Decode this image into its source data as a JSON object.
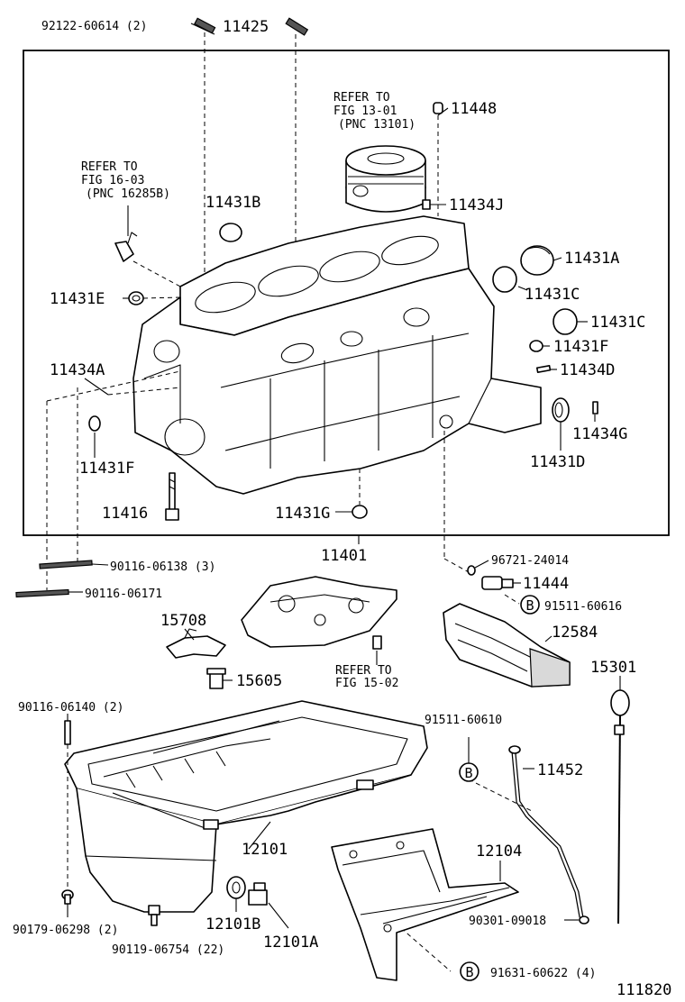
{
  "diagram_id": "111820",
  "labels": {
    "p_92122": "92122-60614 (2)",
    "p_11425": "11425",
    "p_11448": "11448",
    "p_refer1301_l1": "REFER TO",
    "p_refer1301_l2": "FIG 13-01",
    "p_refer1301_l3": "(PNC 13101)",
    "p_refer1603_l1": "REFER TO",
    "p_refer1603_l2": "FIG 16-03",
    "p_refer1603_l3": "(PNC 16285B)",
    "p_11431B": "11431B",
    "p_11434J": "11434J",
    "p_11431A": "11431A",
    "p_11431E": "11431E",
    "p_11431C_1": "11431C",
    "p_11431C_2": "11431C",
    "p_11431F_r": "11431F",
    "p_11434D": "11434D",
    "p_11434A": "11434A",
    "p_11434G": "11434G",
    "p_11431F_l": "11431F",
    "p_11431D": "11431D",
    "p_11416": "11416",
    "p_11431G": "11431G",
    "p_11401": "11401",
    "p_96721": "96721-24014",
    "p_90116_138": "90116-06138 (3)",
    "p_11444": "11444",
    "p_90116_171": "90116-06171",
    "p_91511_616": "91511-60616",
    "p_15708": "15708",
    "p_12584": "12584",
    "p_15605": "15605",
    "p_refer1502_l1": "REFER TO",
    "p_refer1502_l2": "FIG 15-02",
    "p_15301": "15301",
    "p_90116_140": "90116-06140 (2)",
    "p_91511_610": "91511-60610",
    "p_11452": "11452",
    "p_12101": "12101",
    "p_12104": "12104",
    "p_90179": "90179-06298 (2)",
    "p_12101B": "12101B",
    "p_90301": "90301-09018",
    "p_90119": "90119-06754 (22)",
    "p_12101A": "12101A",
    "p_91631": "91631-60622 (4)",
    "b_marker_1": "B",
    "b_marker_2": "B",
    "b_marker_3": "B"
  }
}
